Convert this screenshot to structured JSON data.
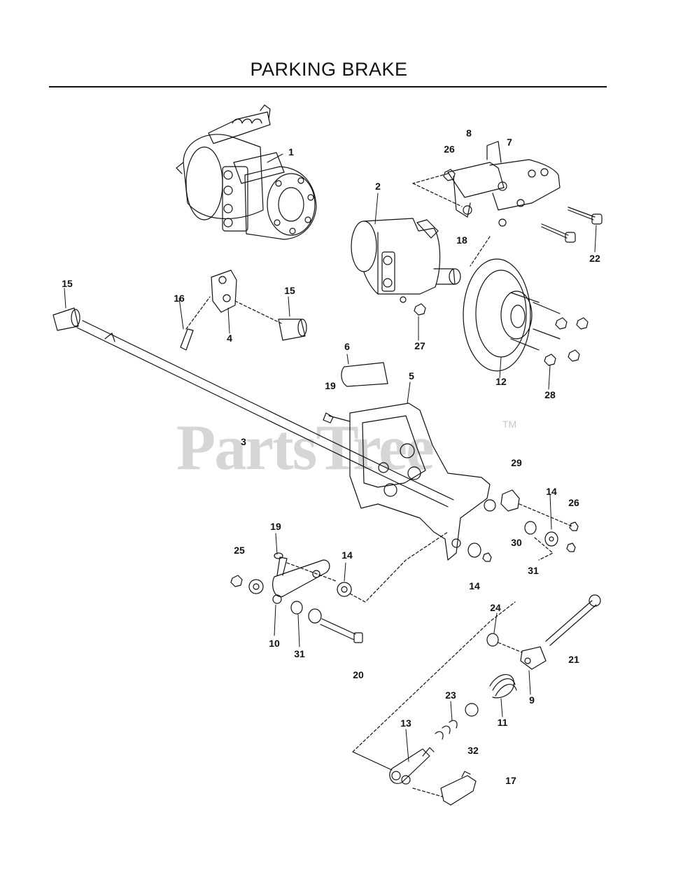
{
  "title": "PARKING BRAKE",
  "watermark": "PartsTree",
  "watermark_tm": "TM",
  "colors": {
    "ink": "#111111",
    "watermark": "#d6d6d6",
    "background": "#ffffff"
  },
  "callouts": [
    {
      "id": "c1",
      "text": "1"
    },
    {
      "id": "c2",
      "text": "2"
    },
    {
      "id": "c3",
      "text": "3"
    },
    {
      "id": "c4",
      "text": "4"
    },
    {
      "id": "c5",
      "text": "5"
    },
    {
      "id": "c6",
      "text": "6"
    },
    {
      "id": "c7",
      "text": "7"
    },
    {
      "id": "c8",
      "text": "8"
    },
    {
      "id": "c9",
      "text": "9"
    },
    {
      "id": "c10",
      "text": "10"
    },
    {
      "id": "c11",
      "text": "11"
    },
    {
      "id": "c12",
      "text": "12"
    },
    {
      "id": "c13",
      "text": "13"
    },
    {
      "id": "c14a",
      "text": "14"
    },
    {
      "id": "c14b",
      "text": "14"
    },
    {
      "id": "c14c",
      "text": "14"
    },
    {
      "id": "c15a",
      "text": "15"
    },
    {
      "id": "c15b",
      "text": "15"
    },
    {
      "id": "c16",
      "text": "16"
    },
    {
      "id": "c17",
      "text": "17"
    },
    {
      "id": "c18",
      "text": "18"
    },
    {
      "id": "c19a",
      "text": "19"
    },
    {
      "id": "c19b",
      "text": "19"
    },
    {
      "id": "c20",
      "text": "20"
    },
    {
      "id": "c21",
      "text": "21"
    },
    {
      "id": "c22",
      "text": "22"
    },
    {
      "id": "c23",
      "text": "23"
    },
    {
      "id": "c24",
      "text": "24"
    },
    {
      "id": "c25",
      "text": "25"
    },
    {
      "id": "c26a",
      "text": "26"
    },
    {
      "id": "c26b",
      "text": "26"
    },
    {
      "id": "c27",
      "text": "27"
    },
    {
      "id": "c28",
      "text": "28"
    },
    {
      "id": "c29",
      "text": "29"
    },
    {
      "id": "c30",
      "text": "30"
    },
    {
      "id": "c31a",
      "text": "31"
    },
    {
      "id": "c31b",
      "text": "31"
    },
    {
      "id": "c32",
      "text": "32"
    }
  ]
}
